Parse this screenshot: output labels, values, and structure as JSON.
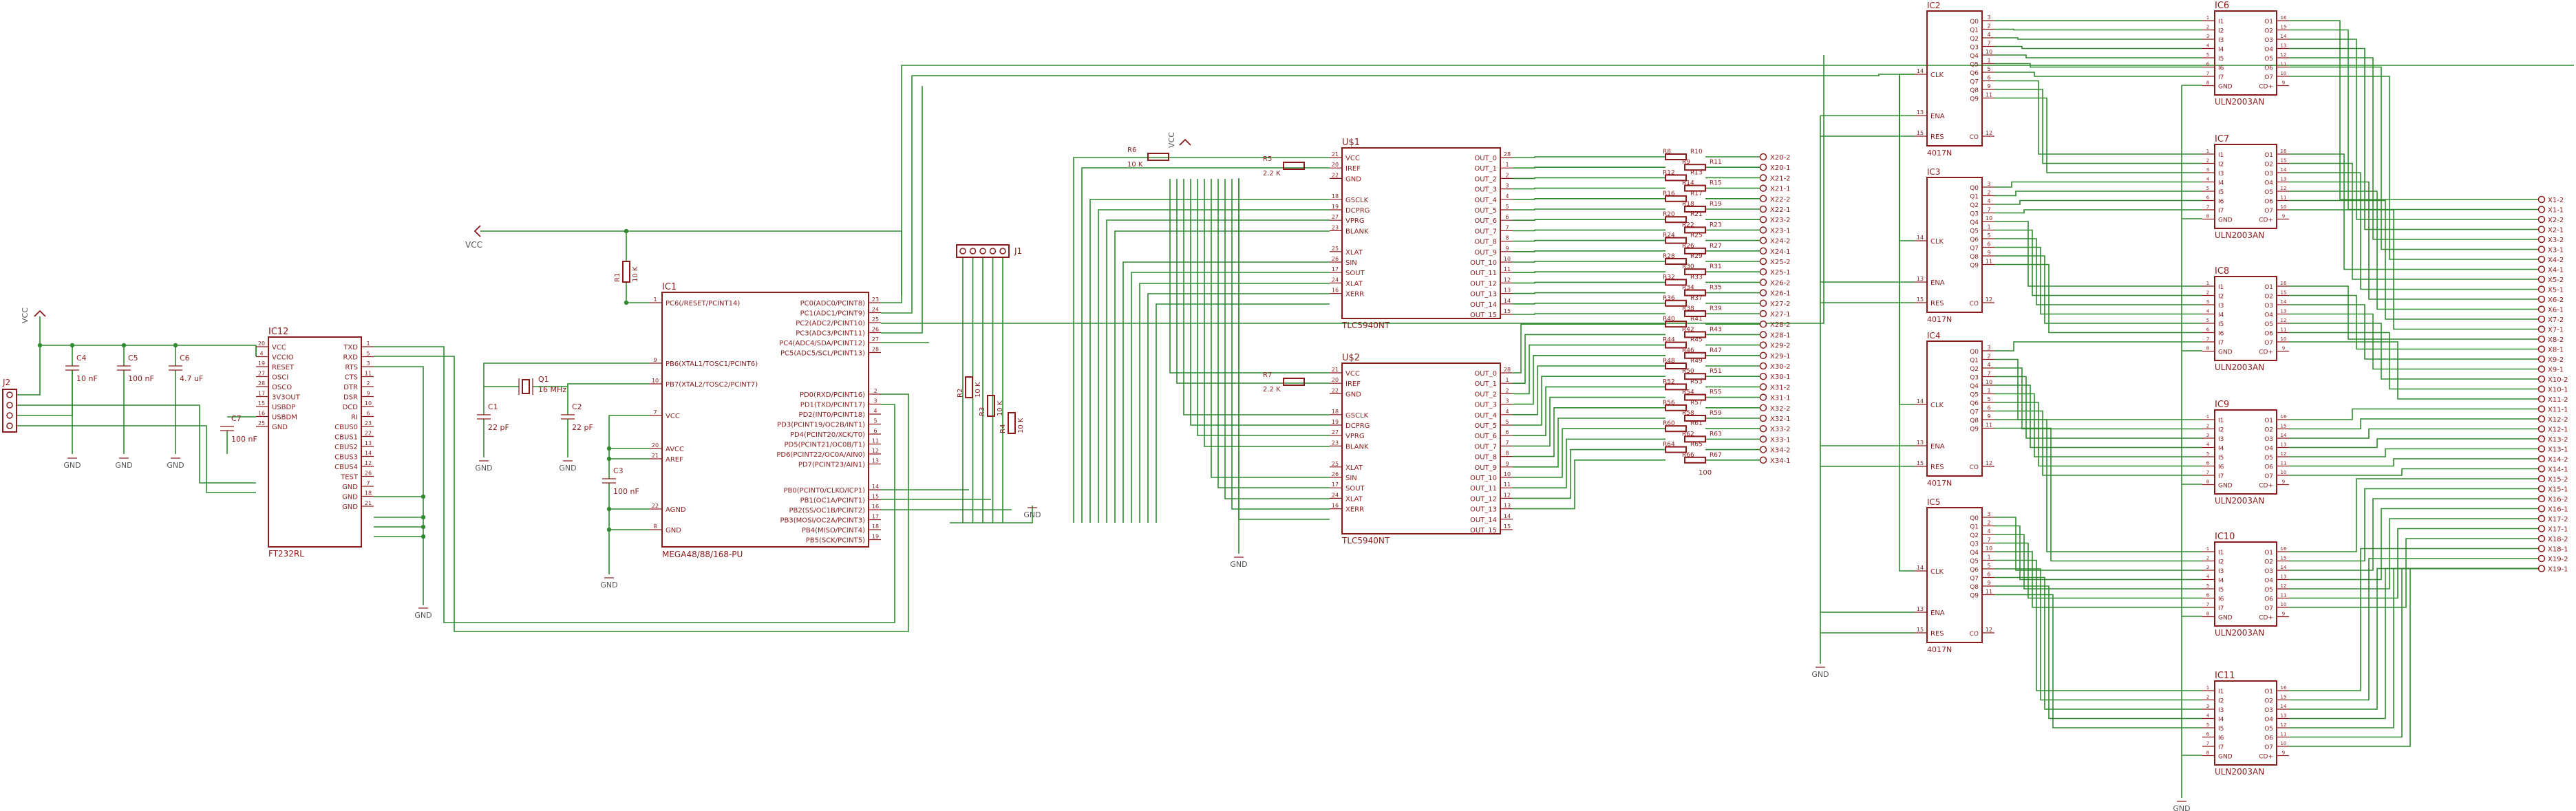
{
  "schematic": {
    "ic12": {
      "name": "IC12",
      "value": "FT232RL",
      "left": [
        "VCC",
        "VCCIO",
        "RESET",
        "OSCI",
        "OSCO",
        "3V3OUT",
        "USBDP",
        "USBDM",
        "GND"
      ],
      "left_nums": [
        "20",
        "4",
        "19",
        "27",
        "28",
        "17",
        "15",
        "16",
        "25"
      ],
      "right": [
        "TXD",
        "RXD",
        "RTS",
        "CTS",
        "DTR",
        "DSR",
        "DCD",
        "RI",
        "CBUS0",
        "CBUS1",
        "CBUS2",
        "CBUS3",
        "CBUS4",
        "TEST",
        "GND",
        "GND",
        "GND"
      ],
      "right_nums": [
        "1",
        "5",
        "3",
        "11",
        "2",
        "9",
        "10",
        "6",
        "23",
        "22",
        "13",
        "14",
        "12",
        "26",
        "7",
        "18",
        "21"
      ]
    },
    "ic1": {
      "name": "IC1",
      "value": "MEGA48/88/168-PU",
      "left": [
        "PC6(/RESET/PCINT14)",
        "PB6(XTAL1/TOSC1/PCINT6)",
        "PB7(XTAL2/TOSC2/PCINT7)",
        "VCC",
        "AVCC",
        "AREF",
        "AGND",
        "GND"
      ],
      "left_nums": [
        "1",
        "9",
        "10",
        "7",
        "20",
        "21",
        "22",
        "8"
      ],
      "right": [
        "PC0(ADC0/PCINT8)",
        "PC1(ADC1/PCINT9)",
        "PC2(ADC2/PCINT10)",
        "PC3(ADC3/PCINT11)",
        "PC4(ADC4/SDA/PCINT12)",
        "PC5(ADC5/SCL/PCINT13)",
        "PD0(RXD/PCINT16)",
        "PD1(TXD/PCINT17)",
        "PD2(INT0/PCINT18)",
        "PD3(PCINT19/OC2B/INT1)",
        "PD4(PCINT20/XCK/T0)",
        "PD5(PCINT21/OC0B/T1)",
        "PD6(PCINT22/OC0A/AIN0)",
        "PD7(PCINT23/AIN1)",
        "PB0(PCINT0/CLKO/ICP1)",
        "PB1(OC1A/PCINT1)",
        "PB2(SS/OC1B/PCINT2)",
        "PB3(MOSI/OC2A/PCINT3)",
        "PB4(MISO/PCINT4)",
        "PB5(SCK/PCINT5)"
      ],
      "right_nums": [
        "23",
        "24",
        "25",
        "26",
        "27",
        "28",
        "2",
        "3",
        "4",
        "5",
        "6",
        "11",
        "12",
        "13",
        "14",
        "15",
        "16",
        "17",
        "18",
        "19"
      ]
    },
    "tlc_left": [
      "VCC",
      "IREF",
      "GND",
      "",
      "GSCLK",
      "DCPRG",
      "VPRG",
      "BLANK",
      "",
      "XLAT",
      "SIN",
      "SOUT",
      "XLAT",
      "XERR"
    ],
    "tlc_left_nums": [
      "21",
      "20",
      "22",
      "",
      "18",
      "19",
      "27",
      "23",
      "",
      "25",
      "26",
      "17",
      "24",
      "16"
    ],
    "tlc_right": [
      "OUT_0",
      "OUT_1",
      "OUT_2",
      "OUT_3",
      "OUT_4",
      "OUT_5",
      "OUT_6",
      "OUT_7",
      "OUT_8",
      "OUT_9",
      "OUT_10",
      "OUT_11",
      "OUT_12",
      "OUT_13",
      "OUT_14",
      "OUT_15"
    ],
    "tlc_right_nums": [
      "28",
      "1",
      "2",
      "3",
      "4",
      "5",
      "6",
      "7",
      "8",
      "9",
      "10",
      "11",
      "12",
      "13",
      "14",
      "15"
    ],
    "tlc": [
      {
        "name": "U$1",
        "value": "TLC5940NT"
      },
      {
        "name": "U$2",
        "value": "TLC5940NT"
      }
    ],
    "c4017_left": [
      "CLK",
      "ENA",
      "RES"
    ],
    "c4017_left_nums": [
      "14",
      "13",
      "15"
    ],
    "c4017_right": [
      "Q0",
      "Q1",
      "Q2",
      "Q3",
      "Q4",
      "Q5",
      "Q6",
      "Q7",
      "Q8",
      "Q9",
      "CO"
    ],
    "c4017_right_nums": [
      "3",
      "2",
      "4",
      "7",
      "10",
      "1",
      "5",
      "6",
      "9",
      "11",
      "12"
    ],
    "c4017": [
      {
        "name": "IC2",
        "value": "4017N"
      },
      {
        "name": "IC3",
        "value": "4017N"
      },
      {
        "name": "IC4",
        "value": "4017N"
      },
      {
        "name": "IC5",
        "value": "4017N"
      }
    ],
    "uln_left": [
      "I1",
      "I2",
      "I3",
      "I4",
      "I5",
      "I6",
      "I7",
      "GND"
    ],
    "uln_left_nums": [
      "1",
      "2",
      "3",
      "4",
      "5",
      "6",
      "7",
      "8"
    ],
    "uln_right": [
      "O1",
      "O2",
      "O3",
      "O4",
      "O5",
      "O6",
      "O7",
      "CD+"
    ],
    "uln_right_nums": [
      "16",
      "15",
      "14",
      "13",
      "12",
      "11",
      "10",
      "9"
    ],
    "uln": [
      {
        "name": "IC6",
        "value": "ULN2003AN"
      },
      {
        "name": "IC7",
        "value": "ULN2003AN"
      },
      {
        "name": "IC8",
        "value": "ULN2003AN"
      },
      {
        "name": "IC9",
        "value": "ULN2003AN"
      },
      {
        "name": "IC10",
        "value": "ULN2003AN"
      },
      {
        "name": "IC11",
        "value": "ULN2003AN"
      }
    ],
    "caps": [
      {
        "name": "C4",
        "value": "10 nF"
      },
      {
        "name": "C5",
        "value": "100 nF"
      },
      {
        "name": "C6",
        "value": "4.7 uF"
      },
      {
        "name": "C7",
        "value": "100 nF"
      },
      {
        "name": "C1",
        "value": "22 pF"
      },
      {
        "name": "C2",
        "value": "22 pF"
      },
      {
        "name": "C3",
        "value": "100 nF"
      }
    ],
    "crystal": {
      "name": "Q1",
      "value": "16 MHz"
    },
    "res_misc": [
      {
        "name": "R1",
        "value": "10 K"
      },
      {
        "name": "R6",
        "value": "10 K"
      },
      {
        "name": "R5",
        "value": "2.2 K"
      },
      {
        "name": "R7",
        "value": "2.2 K"
      },
      {
        "name": "R2",
        "value": "10 K"
      },
      {
        "name": "R3",
        "value": "10 K"
      },
      {
        "name": "R4",
        "value": "10 K"
      }
    ],
    "res_array": [
      {
        "name": "R8",
        "value": "R10"
      },
      {
        "name": "R9",
        "value": "R11"
      },
      {
        "name": "R12",
        "value": "R13"
      },
      {
        "name": "R14",
        "value": "R15"
      },
      {
        "name": "R16",
        "value": "R17"
      },
      {
        "name": "R18",
        "value": "R19"
      },
      {
        "name": "R20",
        "value": "R21"
      },
      {
        "name": "R22",
        "value": "R23"
      },
      {
        "name": "R24",
        "value": "R25"
      },
      {
        "name": "R26",
        "value": "R27"
      },
      {
        "name": "R28",
        "value": "R29"
      },
      {
        "name": "R30",
        "value": "R31"
      },
      {
        "name": "R32",
        "value": "R33"
      },
      {
        "name": "R34",
        "value": "R35"
      },
      {
        "name": "R36",
        "value": "R37"
      },
      {
        "name": "R38",
        "value": "R39"
      },
      {
        "name": "R40",
        "value": "R41"
      },
      {
        "name": "R42",
        "value": "R43"
      },
      {
        "name": "R44",
        "value": "R45"
      },
      {
        "name": "R46",
        "value": "R47"
      },
      {
        "name": "R48",
        "value": "R49"
      },
      {
        "name": "R50",
        "value": "R51"
      },
      {
        "name": "R52",
        "value": "R53"
      },
      {
        "name": "R54",
        "value": "R55"
      },
      {
        "name": "R56",
        "value": "R57"
      },
      {
        "name": "R58",
        "value": "R59"
      },
      {
        "name": "R60",
        "value": "R61"
      },
      {
        "name": "R62",
        "value": "R63"
      },
      {
        "name": "R64",
        "value": "R65"
      },
      {
        "name": "R66",
        "value": "R67"
      }
    ],
    "res_value": "100",
    "mid_labels": [
      "X20-2",
      "X20-1",
      "X21-2",
      "X21-1",
      "X22-2",
      "X22-1",
      "X23-2",
      "X23-1",
      "X24-2",
      "X24-1",
      "X25-2",
      "X25-1",
      "X26-2",
      "X26-1",
      "X27-2",
      "X27-1",
      "X28-2",
      "X28-1",
      "X29-2",
      "X29-1",
      "X30-2",
      "X30-1",
      "X31-2",
      "X31-1",
      "X32-2",
      "X32-1",
      "X33-2",
      "X33-1",
      "X34-2",
      "X34-1"
    ],
    "right_labels": [
      "X1-2",
      "X1-1",
      "X2-2",
      "X2-1",
      "X3-2",
      "X3-1",
      "X4-2",
      "X4-1",
      "X5-2",
      "X5-1",
      "X6-2",
      "X6-1",
      "X7-2",
      "X7-1",
      "X8-2",
      "X8-1",
      "X9-2",
      "X9-1",
      "X10-2",
      "X10-1",
      "X11-2",
      "X11-1",
      "X12-2",
      "X12-1",
      "X13-2",
      "X13-1",
      "X14-2",
      "X14-1",
      "X15-2",
      "X15-1",
      "X16-2",
      "X16-1",
      "X17-2",
      "X17-1",
      "X18-2",
      "X18-1",
      "X19-2",
      "X19-1"
    ],
    "j1": "J1",
    "j2": "J2",
    "vcc": "VCC",
    "gnd": "GND"
  }
}
